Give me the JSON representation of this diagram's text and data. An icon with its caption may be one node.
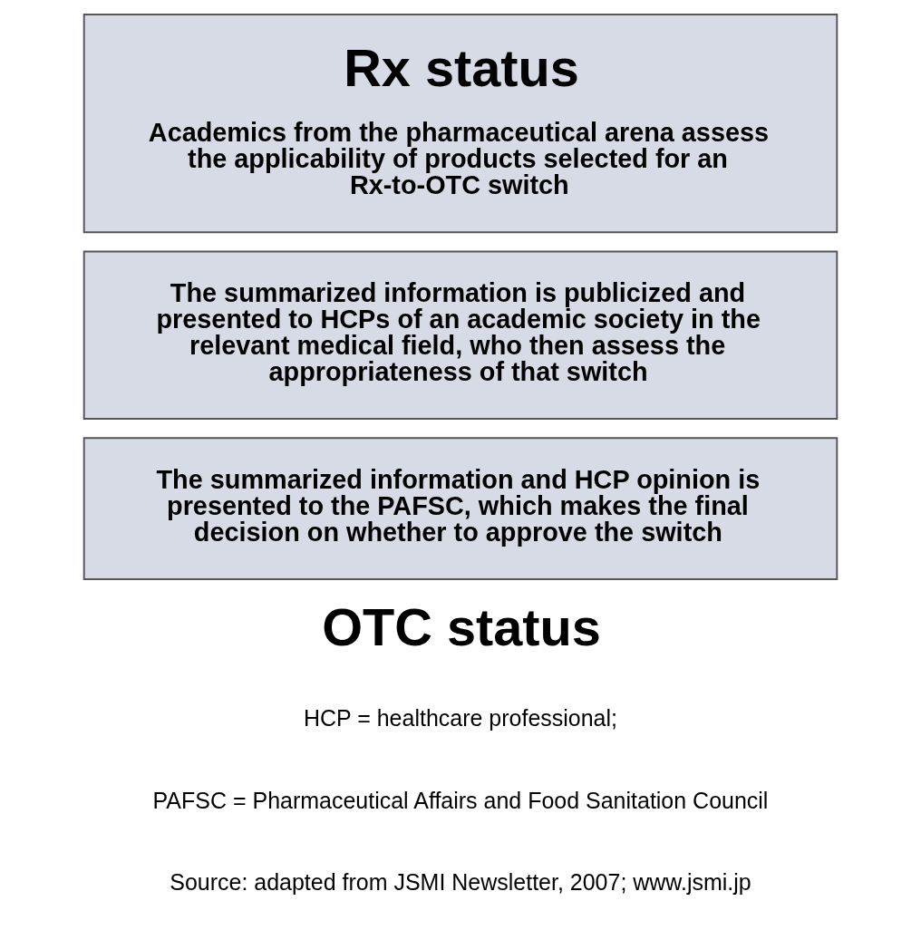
{
  "diagram": {
    "nodes": [
      {
        "text": [
          "Rx status",
          "Academics from the pharmaceutical arena assess the applicability of products selected for an Rx-to-OTC switch"
        ]
      },
      {
        "text": [
          "The summarized information is publicized and presented to HCPs of an academic society in the relevant medical field, who then assess the appropriateness of that switch"
        ]
      },
      {
        "text": [
          "The summarized information and HCP opinion is presented to the PAFSC, which makes the final decision on whether to approve the switch"
        ]
      },
      {
        "text": [
          "OTC status"
        ]
      }
    ],
    "labels": [
      "HCP = healthcare professional;",
      "PAFSC = Pharmaceutical Affairs and Food Sanitation Council",
      "Source: adapted from JSMI Newsletter, 2007; www.jsmi.jp"
    ]
  }
}
